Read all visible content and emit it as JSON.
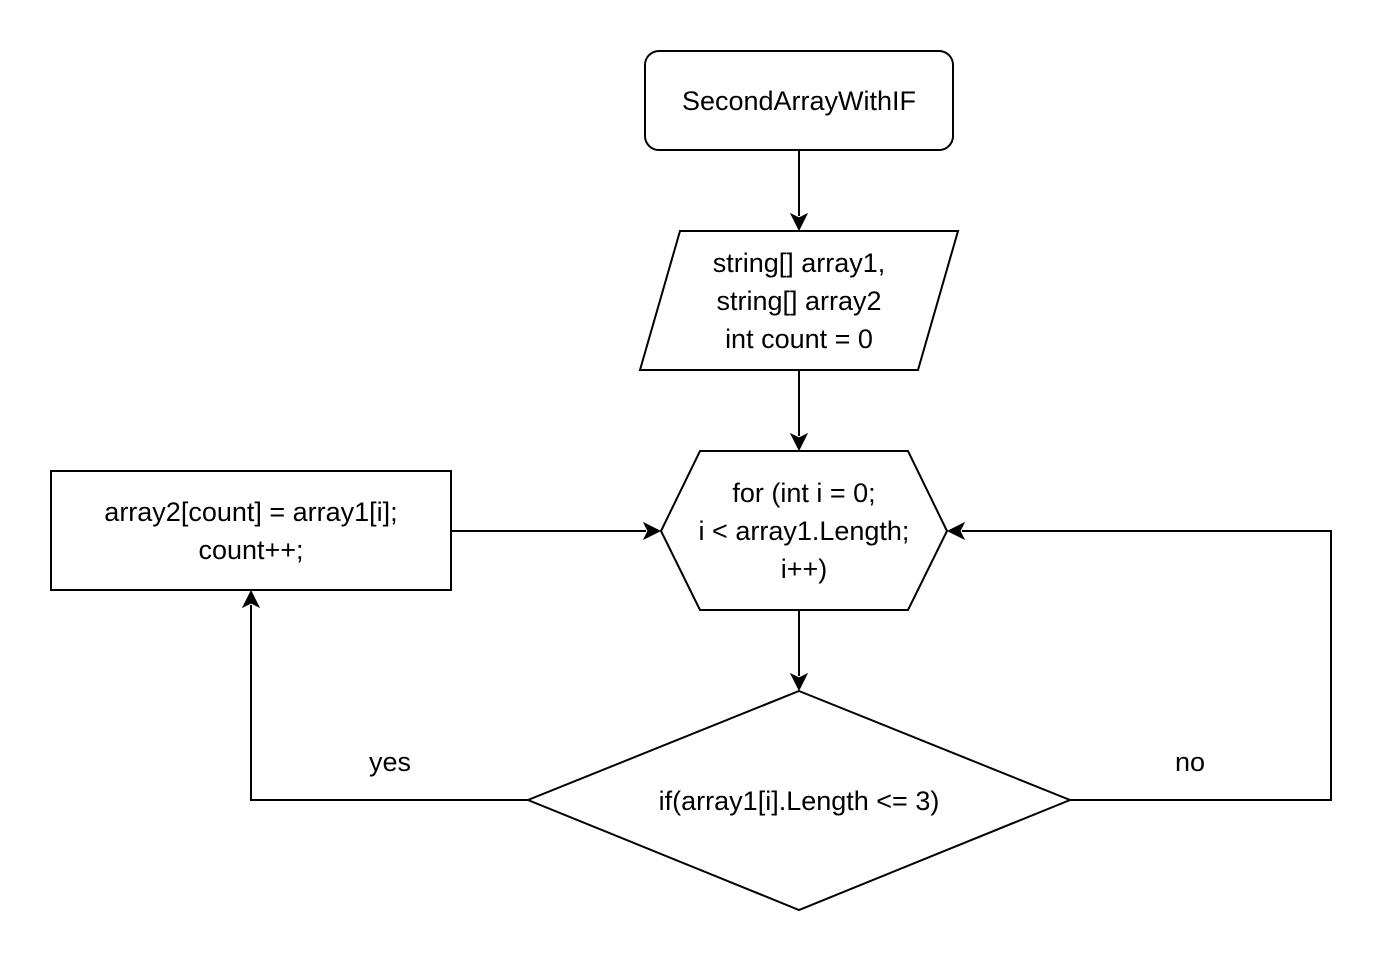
{
  "diagram": {
    "start": {
      "label": "SecondArrayWithIF"
    },
    "input": {
      "label": "string[] array1,\nstring[] array2\nint count = 0"
    },
    "loop": {
      "label": "for (int i = 0;\ni < array1.Length;\ni++)"
    },
    "condition": {
      "label": "if(array1[i].Length <= 3)"
    },
    "action": {
      "label": "array2[count] = array1[i];\ncount++;"
    },
    "edges": {
      "yes": {
        "label": "yes"
      },
      "no": {
        "label": "no"
      }
    }
  }
}
